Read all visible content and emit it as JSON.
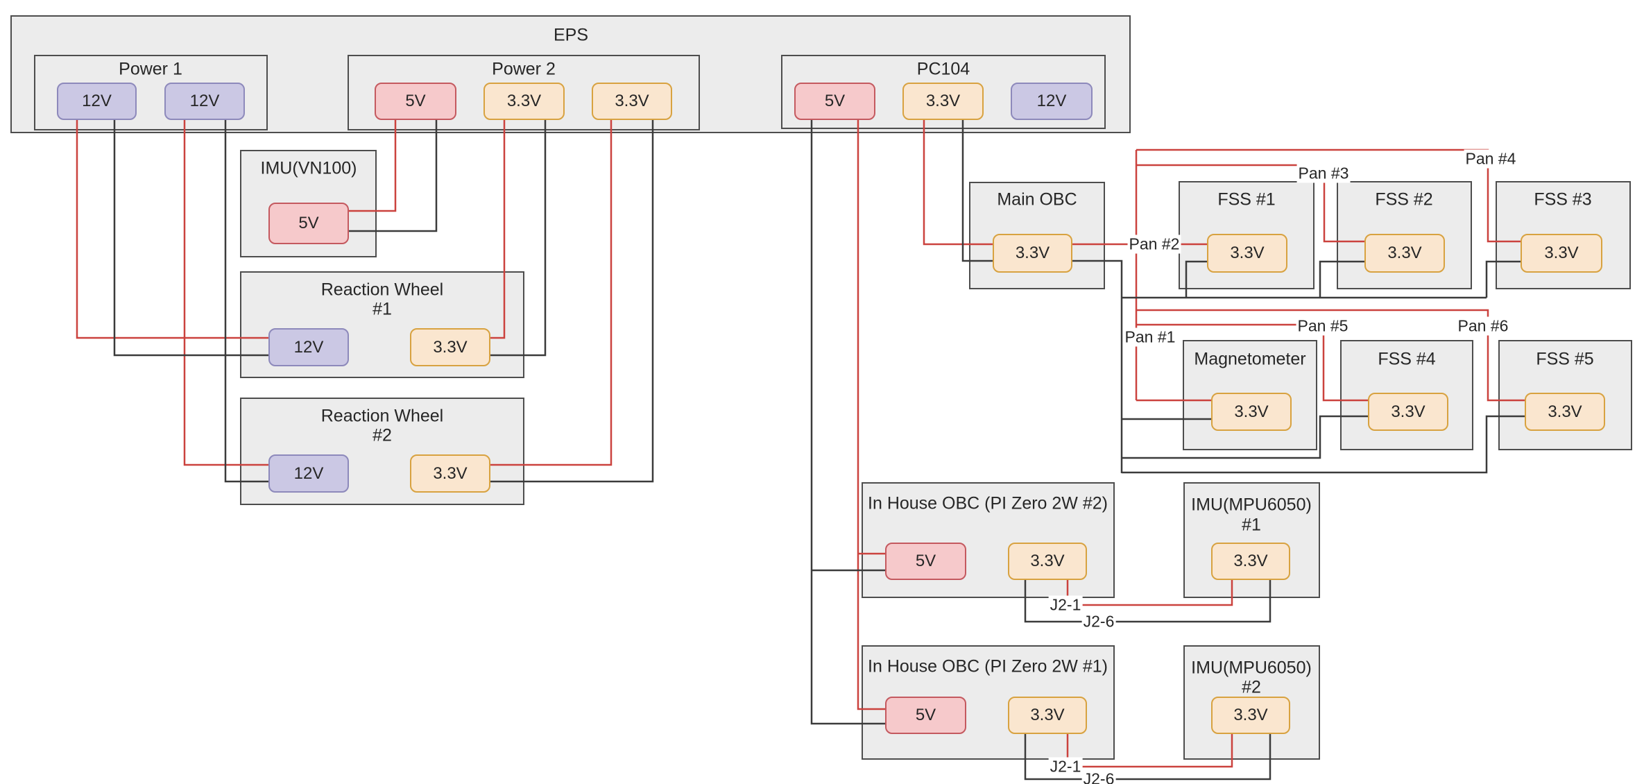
{
  "colors": {
    "red_wire": "#cb423e",
    "black_wire": "#3b3b3b",
    "group_fill": "#ececec",
    "group_border": "#4d4d4d",
    "chip_3v3_fill": "#fae6cf",
    "chip_3v3_border": "#d8a240",
    "chip_5v_fill": "#f6c9cb",
    "chip_5v_border": "#c4595f",
    "chip_12v_fill": "#cbc8e4",
    "chip_12v_border": "#8d89bb"
  },
  "groups": {
    "eps": {
      "title": "EPS"
    },
    "power1": {
      "title": "Power 1"
    },
    "power2": {
      "title": "Power 2"
    },
    "pc104": {
      "title": "PC104"
    },
    "imu_vn100": {
      "title": "IMU(VN100)"
    },
    "rw1": {
      "title": "Reaction Wheel",
      "subtitle": "#1"
    },
    "rw2": {
      "title": "Reaction Wheel",
      "subtitle": "#2"
    },
    "main_obc": {
      "title": "Main OBC"
    },
    "fss1": {
      "title": "FSS #1"
    },
    "fss2": {
      "title": "FSS #2"
    },
    "fss3": {
      "title": "FSS #3"
    },
    "magnetometer": {
      "title": "Magnetometer"
    },
    "fss4": {
      "title": "FSS #4"
    },
    "fss5": {
      "title": "FSS #5"
    },
    "in_house_obc2": {
      "title": "In House OBC (PI Zero 2W #2)"
    },
    "imu_mpu6050_1": {
      "title": "IMU(MPU6050)",
      "subtitle": "#1"
    },
    "in_house_obc1": {
      "title": "In House OBC (PI Zero 2W #1)"
    },
    "imu_mpu6050_2": {
      "title": "IMU(MPU6050)",
      "subtitle": "#2"
    }
  },
  "chips": {
    "p1_12v_a": "12V",
    "p1_12v_b": "12V",
    "p2_5v": "5V",
    "p2_33v_a": "3.3V",
    "p2_33v_b": "3.3V",
    "pc_5v": "5V",
    "pc_33v": "3.3V",
    "pc_12v": "12V",
    "imu_vn100_5v": "5V",
    "rw1_12v": "12V",
    "rw1_33v": "3.3V",
    "rw2_12v": "12V",
    "rw2_33v": "3.3V",
    "main_obc_33v": "3.3V",
    "fss1_33v": "3.3V",
    "fss2_33v": "3.3V",
    "fss3_33v": "3.3V",
    "mag_33v": "3.3V",
    "fss4_33v": "3.3V",
    "fss5_33v": "3.3V",
    "obc2_5v": "5V",
    "obc2_33v": "3.3V",
    "imu1_33v": "3.3V",
    "obc1_5v": "5V",
    "obc1_33v": "3.3V",
    "imu2_33v": "3.3V"
  },
  "wire_labels": {
    "pan1": "Pan #1",
    "pan2": "Pan #2",
    "pan3": "Pan #3",
    "pan4": "Pan #4",
    "pan5": "Pan #5",
    "pan6": "Pan #6",
    "j2_1_top": "J2-1",
    "j2_6_top": "J2-6",
    "j2_1_bottom": "J2-1",
    "j2_6_bottom": "J2-6"
  },
  "connections": [
    {
      "from": "EPS Power 1 12V (left)",
      "to": "Reaction Wheel #1 12V",
      "wire": "red"
    },
    {
      "from": "EPS Power 1 12V (left)",
      "to": "Reaction Wheel #1 12V",
      "wire": "black"
    },
    {
      "from": "EPS Power 1 12V (right)",
      "to": "Reaction Wheel #2 12V",
      "wire": "red"
    },
    {
      "from": "EPS Power 1 12V (right)",
      "to": "Reaction Wheel #2 12V",
      "wire": "black"
    },
    {
      "from": "EPS Power 2 5V",
      "to": "IMU(VN100) 5V",
      "wire": "red"
    },
    {
      "from": "EPS Power 2 5V",
      "to": "IMU(VN100) 5V",
      "wire": "black"
    },
    {
      "from": "EPS Power 2 3.3V (left)",
      "to": "Reaction Wheel #1 3.3V",
      "wire": "red"
    },
    {
      "from": "EPS Power 2 3.3V (left)",
      "to": "Reaction Wheel #1 3.3V",
      "wire": "black"
    },
    {
      "from": "EPS Power 2 3.3V (right)",
      "to": "Reaction Wheel #2 3.3V",
      "wire": "red"
    },
    {
      "from": "EPS Power 2 3.3V (right)",
      "to": "Reaction Wheel #2 3.3V",
      "wire": "black"
    },
    {
      "from": "EPS PC104 5V",
      "to": "In House OBC (PI Zero 2W #2) 5V",
      "wire": "red"
    },
    {
      "from": "EPS PC104 5V",
      "to": "In House OBC (PI Zero 2W #2) 5V",
      "wire": "black"
    },
    {
      "from": "EPS PC104 5V",
      "to": "In House OBC (PI Zero 2W #1) 5V",
      "wire": "red"
    },
    {
      "from": "EPS PC104 5V",
      "to": "In House OBC (PI Zero 2W #1) 5V",
      "wire": "black"
    },
    {
      "from": "EPS PC104 3.3V",
      "to": "Main OBC 3.3V",
      "wire": "red"
    },
    {
      "from": "EPS PC104 3.3V",
      "to": "Main OBC 3.3V ground bus",
      "wire": "black"
    },
    {
      "from": "Main OBC 3.3V",
      "to": "FSS #1 3.3V",
      "wire": "red",
      "label": "Pan #2"
    },
    {
      "from": "Main OBC 3.3V",
      "to": "FSS #2 3.3V",
      "wire": "red",
      "label": "Pan #3"
    },
    {
      "from": "Main OBC 3.3V",
      "to": "FSS #3 3.3V",
      "wire": "red",
      "label": "Pan #4"
    },
    {
      "from": "Main OBC 3.3V",
      "to": "Magnetometer 3.3V",
      "wire": "red",
      "label": "Pan #1"
    },
    {
      "from": "Main OBC 3.3V",
      "to": "FSS #4 3.3V",
      "wire": "red",
      "label": "Pan #5"
    },
    {
      "from": "Main OBC 3.3V",
      "to": "FSS #5 3.3V",
      "wire": "red",
      "label": "Pan #6"
    },
    {
      "from": "Ground bus",
      "to": "FSS #1, FSS #2, FSS #3, Magnetometer, FSS #4, FSS #5 3.3V",
      "wire": "black"
    },
    {
      "from": "In House OBC (PI Zero 2W #2) 3.3V",
      "to": "IMU(MPU6050) #1 3.3V",
      "wire": "red",
      "label": "J2-1"
    },
    {
      "from": "In House OBC (PI Zero 2W #2) 3.3V",
      "to": "IMU(MPU6050) #1 3.3V",
      "wire": "black",
      "label": "J2-6"
    },
    {
      "from": "In House OBC (PI Zero 2W #1) 3.3V",
      "to": "IMU(MPU6050) #2 3.3V",
      "wire": "red",
      "label": "J2-1"
    },
    {
      "from": "In House OBC (PI Zero 2W #1) 3.3V",
      "to": "IMU(MPU6050) #2 3.3V",
      "wire": "black",
      "label": "J2-6"
    }
  ]
}
